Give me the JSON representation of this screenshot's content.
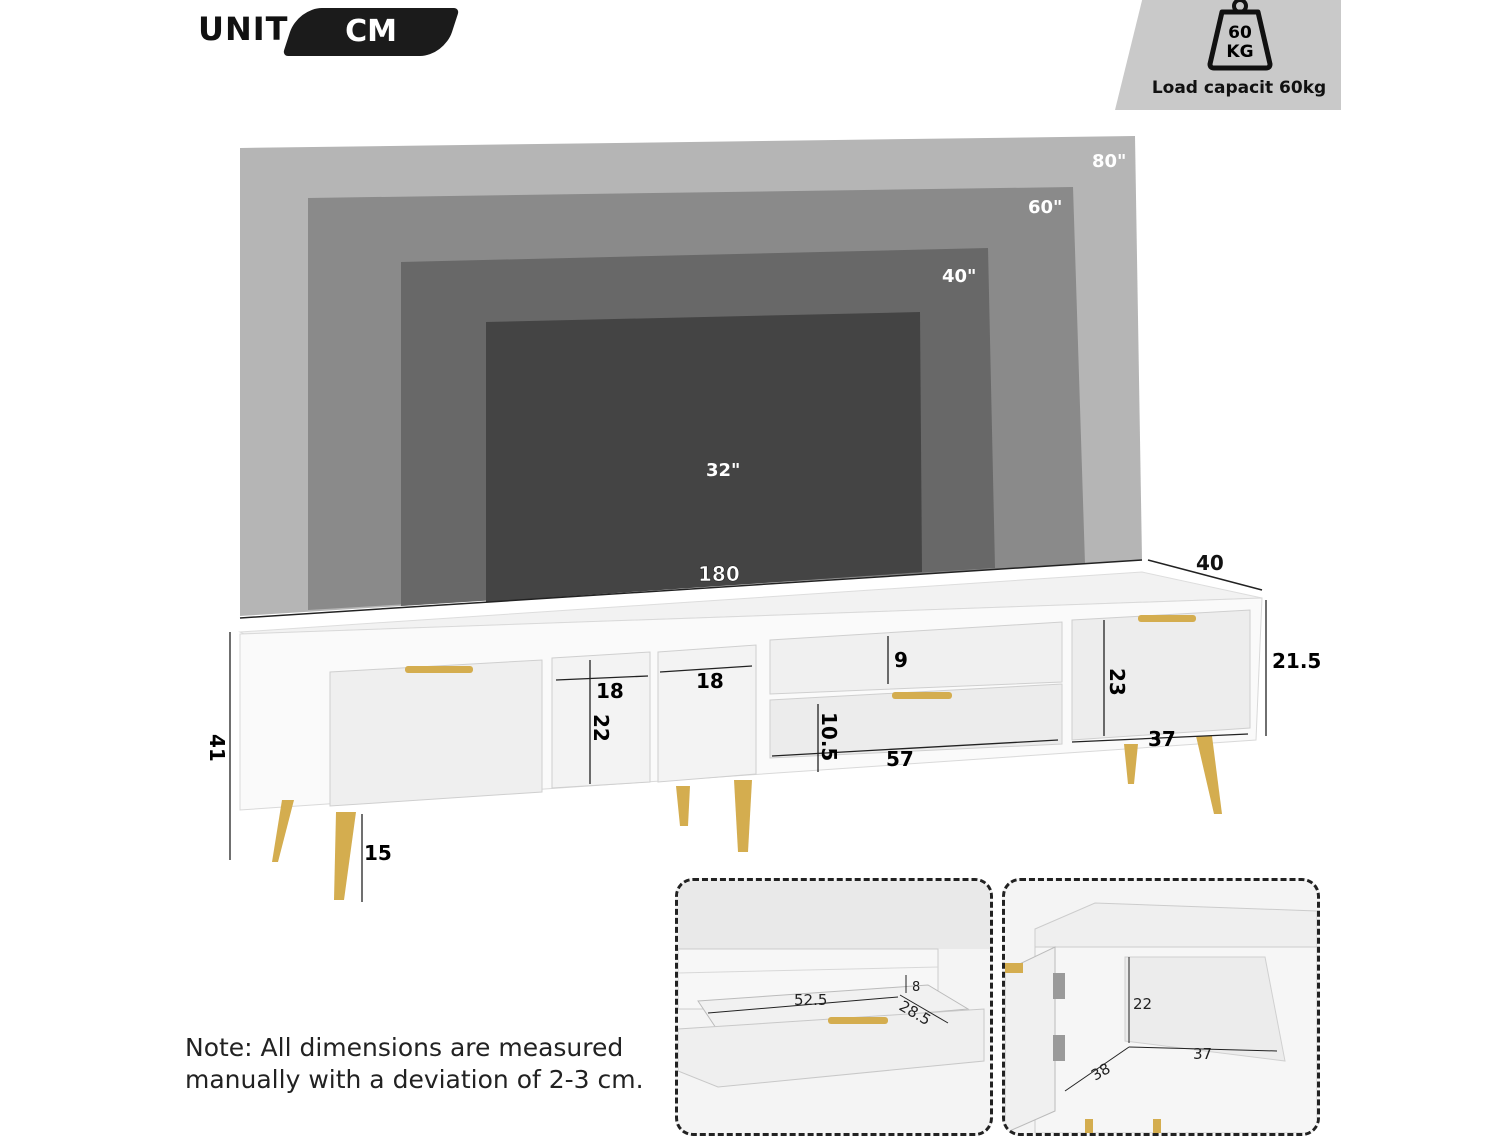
{
  "header": {
    "unit_label": "UNIT",
    "unit_value": "CM",
    "weight_icon_line1": "60",
    "weight_icon_line2": "KG",
    "load_capacity": "Load capacit 60kg"
  },
  "screens": {
    "s80": "80\"",
    "s60": "60\"",
    "s40": "40\"",
    "s32": "32\""
  },
  "dimensions": {
    "length": "180",
    "depth": "40",
    "height_total": "41",
    "height_body": "21.5",
    "leg_height": "15",
    "cubby_width_1": "18",
    "cubby_width_2": "18",
    "cubby_height": "22",
    "open_shelf_height": "9",
    "drawer_height": "10.5",
    "drawer_width": "57",
    "door_height": "23",
    "door_width": "37"
  },
  "inset_drawer": {
    "inner_width": "52.5",
    "inner_height": "8",
    "inner_depth": "28.5"
  },
  "inset_cabinet": {
    "height": "22",
    "width": "37",
    "depth": "38"
  },
  "note": {
    "line1": "Note: All dimensions are measured",
    "line2": "manually with a deviation of 2-3 cm."
  },
  "colors": {
    "screen80": "#b5b5b5",
    "screen60": "#8a8a8a",
    "screen40": "#6a6a6a",
    "screen32": "#444444",
    "gold": "#d4ad4f"
  }
}
